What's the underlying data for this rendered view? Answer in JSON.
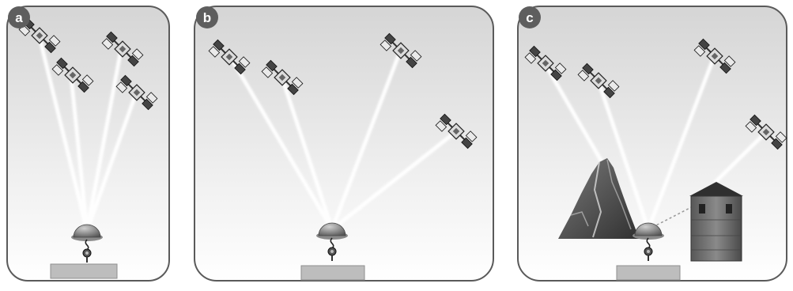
{
  "panels": [
    {
      "label": "a",
      "satellite_count": 4,
      "obstacles": []
    },
    {
      "label": "b",
      "satellite_count": 4,
      "obstacles": []
    },
    {
      "label": "c",
      "satellite_count": 4,
      "obstacles": [
        "mountain-icon",
        "tower-icon"
      ]
    }
  ],
  "icons": {
    "satellite": "satellite-icon",
    "receiver": "gnss-antenna-icon",
    "base": "receiver-base",
    "mountain": "mountain-icon",
    "tower": "tower-icon"
  },
  "colors": {
    "panel_top": "#d7d7d7",
    "panel_bottom": "#ffffff",
    "panel_border": "#5a5a5a",
    "badge": "#5e5e5e",
    "signal": "#ffffff"
  }
}
